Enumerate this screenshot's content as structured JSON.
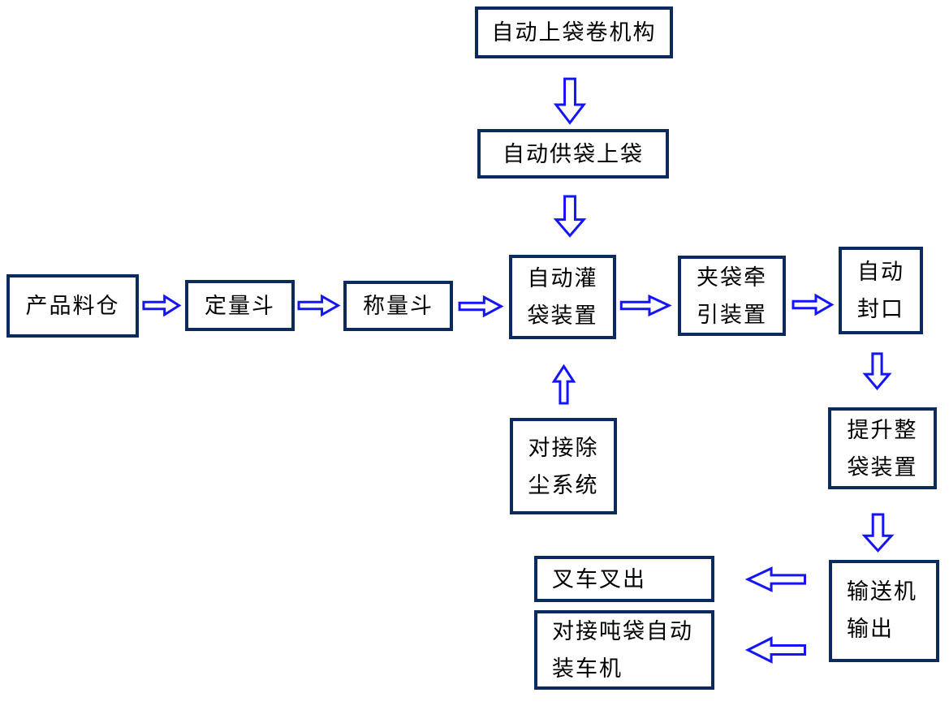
{
  "diagram": {
    "type": "flowchart",
    "language": "zh-CN",
    "colors": {
      "background": "#FFFFFF",
      "box_border": "#0B2A5E",
      "arrow": "#1414FF",
      "text": "#000000"
    },
    "nodes": [
      {
        "id": "auto-bag-roll-mechanism",
        "label": "自动上袋卷机构",
        "lines": [
          "自动上袋卷机构"
        ]
      },
      {
        "id": "auto-bag-supply",
        "label": "自动供袋上袋",
        "lines": [
          "自动供袋上袋"
        ]
      },
      {
        "id": "product-silo",
        "label": "产品料仓",
        "lines": [
          "产品料仓"
        ]
      },
      {
        "id": "dosing-hopper",
        "label": "定量斗",
        "lines": [
          "定量斗"
        ]
      },
      {
        "id": "weighing-hopper",
        "label": "称量斗",
        "lines": [
          "称量斗"
        ]
      },
      {
        "id": "auto-bag-filling-device",
        "label": "自动灌袋装置",
        "lines": [
          "自动灌",
          "袋装置"
        ]
      },
      {
        "id": "bag-clamp-traction-device",
        "label": "夹袋牵引装置",
        "lines": [
          "夹袋牵",
          "引装置"
        ]
      },
      {
        "id": "auto-sealing",
        "label": "自动封口",
        "lines": [
          "自动",
          "封口"
        ]
      },
      {
        "id": "dust-removal-system",
        "label": "对接除尘系统",
        "lines": [
          "对接除",
          "尘系统"
        ]
      },
      {
        "id": "bag-lifting-device",
        "label": "提升整袋装置",
        "lines": [
          "提升整",
          "袋装置"
        ]
      },
      {
        "id": "conveyor-output",
        "label": "输送机输出",
        "lines": [
          "输送机",
          "输出"
        ]
      },
      {
        "id": "forklift-out",
        "label": "叉车叉出",
        "lines": [
          "叉车叉出"
        ]
      },
      {
        "id": "ton-bag-truck-loader",
        "label": "对接吨袋自动装车机",
        "lines": [
          "对接吨袋自动",
          "装车机"
        ]
      }
    ],
    "connections": [
      {
        "from": "自动上袋卷机构",
        "to": "自动供袋上袋",
        "direction": "down"
      },
      {
        "from": "自动供袋上袋",
        "to": "自动灌袋装置",
        "direction": "down"
      },
      {
        "from": "产品料仓",
        "to": "定量斗",
        "direction": "right"
      },
      {
        "from": "定量斗",
        "to": "称量斗",
        "direction": "right"
      },
      {
        "from": "称量斗",
        "to": "自动灌袋装置",
        "direction": "right"
      },
      {
        "from": "自动灌袋装置",
        "to": "夹袋牵引装置",
        "direction": "right"
      },
      {
        "from": "夹袋牵引装置",
        "to": "自动封口",
        "direction": "right"
      },
      {
        "from": "对接除尘系统",
        "to": "自动灌袋装置",
        "direction": "up"
      },
      {
        "from": "自动封口",
        "to": "提升整袋装置",
        "direction": "down"
      },
      {
        "from": "提升整袋装置",
        "to": "输送机输出",
        "direction": "down"
      },
      {
        "from": "输送机输出",
        "to": "叉车叉出",
        "direction": "left"
      },
      {
        "from": "输送机输出",
        "to": "对接吨袋自动装车机",
        "direction": "left"
      }
    ]
  }
}
